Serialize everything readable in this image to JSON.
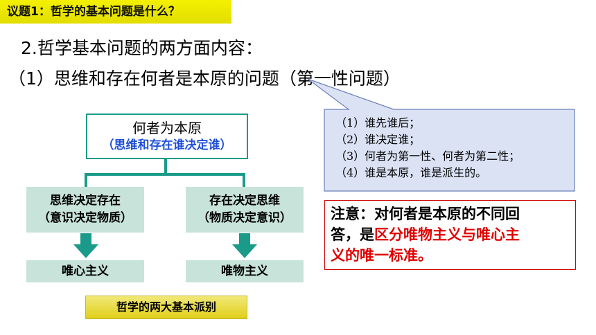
{
  "topic": "议题1：哲学的基本问题是什么？",
  "heading": "2.哲学基本问题的两方面内容：",
  "subheading": "（1）思维和存在何者是本原的问题（第一性问题）",
  "diagram": {
    "root_title": "何者为本原",
    "root_sub": "（思维和存在谁决定谁）",
    "left_branch": {
      "line1": "思维决定存在",
      "line2": "（意识决定物质）",
      "result": "唯心主义"
    },
    "right_branch": {
      "line1": "存在决定思维",
      "line2": "（物质决定意识）",
      "result": "唯物主义"
    },
    "footer": "哲学的两大基本派别"
  },
  "callout": {
    "items": [
      "（1）谁先谁后；",
      "（2）谁决定谁；",
      "（3）何者为第一性、何者为第二性；",
      "（4）谁是本原，谁是派生的。"
    ]
  },
  "note": {
    "line1": "注意：对何者是本原的不同回",
    "line2_plain": "答，是",
    "line2_red": "区分唯物主义与唯心主",
    "line3_red": "义的唯一标准",
    "line3_end": "。"
  },
  "colors": {
    "banner": "#f4f000",
    "accent": "#1a9b8a",
    "blue_text": "#1f4fd6",
    "red": "#e00000",
    "callout_fill": "#dbe2f4"
  }
}
